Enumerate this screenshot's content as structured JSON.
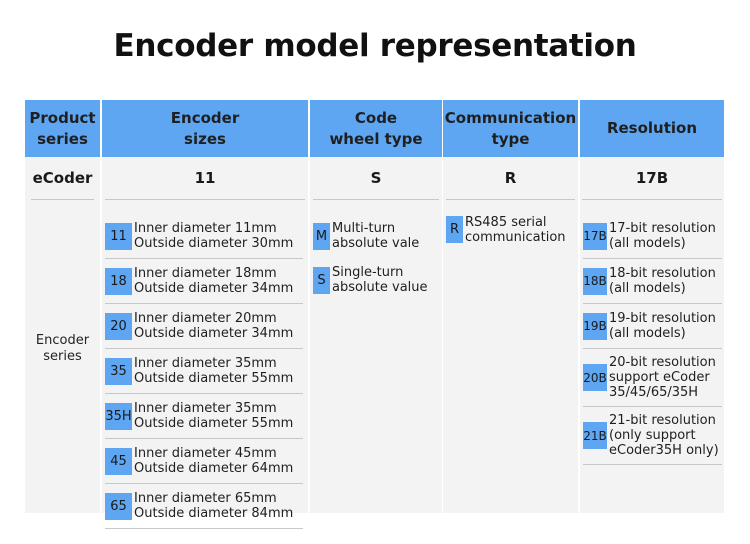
{
  "title": "Encoder model representation",
  "headers": {
    "product": [
      "Product",
      "series"
    ],
    "sizes": [
      "Encoder",
      "sizes"
    ],
    "code": [
      "Code",
      "wheel type"
    ],
    "comm": [
      "Communication",
      "type"
    ],
    "resolution": [
      "Resolution"
    ]
  },
  "values": {
    "product": "eCoder",
    "sizes": "11",
    "code": "S",
    "comm": "R",
    "resolution": "17B"
  },
  "series_label": [
    "Encoder",
    "series"
  ],
  "sizes": [
    {
      "code": "11",
      "lines": [
        "Inner diameter 11mm",
        "Outside diameter 30mm"
      ]
    },
    {
      "code": "18",
      "lines": [
        "Inner diameter 18mm",
        "Outside diameter 34mm"
      ]
    },
    {
      "code": "20",
      "lines": [
        "Inner diameter 20mm",
        "Outside diameter 34mm"
      ]
    },
    {
      "code": "35",
      "lines": [
        "Inner diameter 35mm",
        "Outside diameter 55mm"
      ]
    },
    {
      "code": "35H",
      "lines": [
        "Inner diameter 35mm",
        "Outside diameter 55mm"
      ]
    },
    {
      "code": "45",
      "lines": [
        "Inner diameter 45mm",
        "Outside diameter 64mm"
      ]
    },
    {
      "code": "65",
      "lines": [
        "Inner diameter 65mm",
        "Outside diameter 84mm"
      ]
    }
  ],
  "wheel_types": [
    {
      "code": "M",
      "lines": [
        "Multi-turn",
        "absolute vale"
      ]
    },
    {
      "code": "S",
      "lines": [
        "Single-turn",
        "absolute value"
      ]
    }
  ],
  "comm_types": [
    {
      "code": "R",
      "lines": [
        "RS485 serial",
        "communication"
      ]
    }
  ],
  "resolutions": [
    {
      "code": "17B",
      "lines": [
        "17-bit resolution",
        "(all models)"
      ]
    },
    {
      "code": "18B",
      "lines": [
        "18-bit resolution",
        "(all models)"
      ]
    },
    {
      "code": "19B",
      "lines": [
        "19-bit resolution",
        "(all models)"
      ]
    },
    {
      "code": "20B",
      "lines": [
        "20-bit resolution",
        "support eCoder",
        "35/45/65/35H"
      ]
    },
    {
      "code": "21B",
      "lines": [
        "21-bit resolution",
        "(only support",
        "eCoder35H only)"
      ]
    }
  ],
  "colors": {
    "header_bg": "#5ea6f2",
    "badge_bg": "#5ea6f2",
    "cell_bg": "#f3f3f3"
  }
}
